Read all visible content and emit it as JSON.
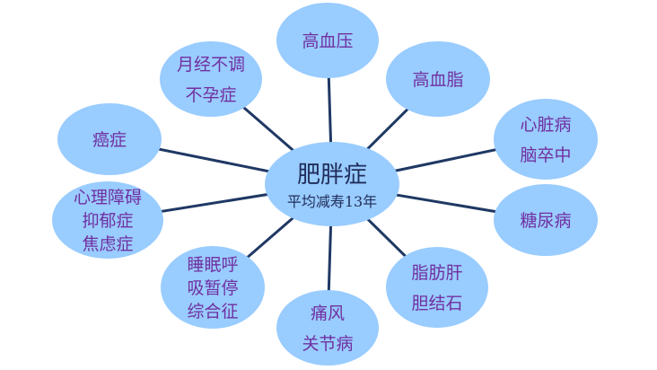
{
  "colors": {
    "ellipse_fill": "#99ccff",
    "line": "#1f3864",
    "node_text": "#7030a0",
    "hub_text": "#1f2d5a"
  },
  "hub": {
    "title": "肥胖症",
    "subtitle": "平均减寿13年"
  },
  "nodes": [
    {
      "id": "hypertension",
      "lines": [
        "高血压"
      ]
    },
    {
      "id": "menstrual-infertility",
      "lines": [
        "月经不调",
        "不孕症"
      ]
    },
    {
      "id": "hyperlipidemia",
      "lines": [
        "高血脂"
      ]
    },
    {
      "id": "cancer",
      "lines": [
        "癌症"
      ]
    },
    {
      "id": "heart-stroke",
      "lines": [
        "心脏病",
        "脑卒中"
      ]
    },
    {
      "id": "psychological",
      "lines": [
        "心理障碍",
        "抑郁症",
        "焦虑症"
      ]
    },
    {
      "id": "diabetes",
      "lines": [
        "糖尿病"
      ]
    },
    {
      "id": "sleep-apnea",
      "lines": [
        "睡眠呼",
        "吸暂停",
        "综合征"
      ]
    },
    {
      "id": "fatty-liver-gallstone",
      "lines": [
        "脂肪肝",
        "胆结石"
      ]
    },
    {
      "id": "gout-arthropathy",
      "lines": [
        "痛风",
        "关节病"
      ]
    }
  ]
}
